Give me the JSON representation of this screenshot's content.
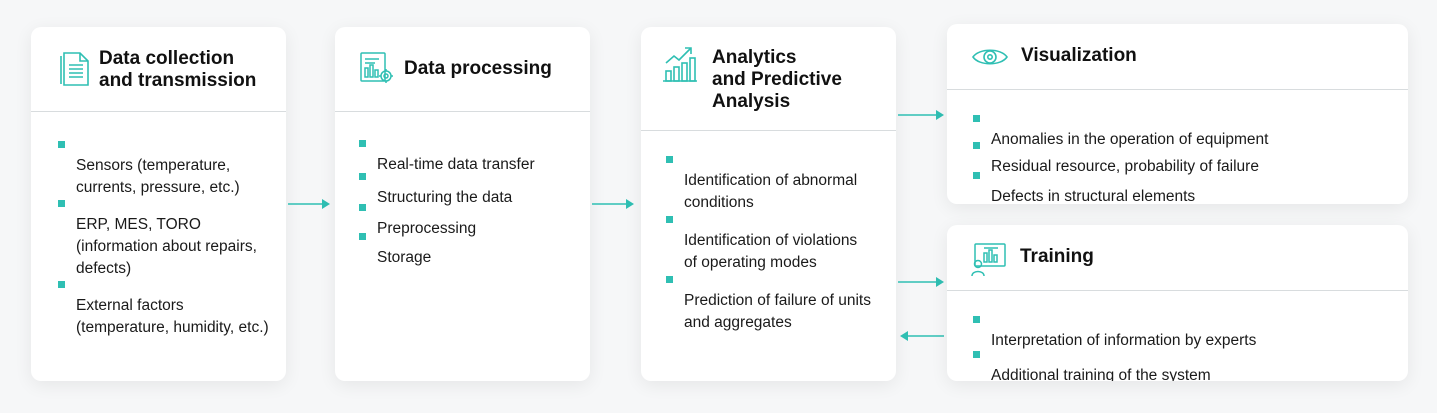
{
  "accent_color": "#2fbfb3",
  "cards": {
    "collection": {
      "title": "Data collection\nand transmission",
      "icon": "document-icon",
      "items": [
        "Sensors (temperature,\ncurrents, pressure, etc.)",
        "ERP, MES, TORO\n(information about repairs,\ndefects)",
        "External factors\n(temperature, humidity, etc.)"
      ]
    },
    "processing": {
      "title": "Data processing",
      "icon": "data-processing-icon",
      "items": [
        "Real-time data transfer",
        "Structuring the data",
        "Preprocessing",
        "Storage"
      ]
    },
    "analytics": {
      "title": "Analytics\nand Predictive\nAnalysis",
      "icon": "growth-chart-icon",
      "items": [
        "Identification of abnormal\nconditions",
        "Identification of violations\nof operating modes",
        "Prediction of failure of units\nand aggregates"
      ]
    },
    "visualization": {
      "title": "Visualization",
      "icon": "eye-icon",
      "items": [
        "Anomalies in the operation of equipment",
        "Residual resource, probability of failure",
        "Defects in structural elements"
      ]
    },
    "training": {
      "title": "Training",
      "icon": "training-monitor-icon",
      "items": [
        "Interpretation of information by experts",
        "Additional training of the system"
      ]
    }
  }
}
